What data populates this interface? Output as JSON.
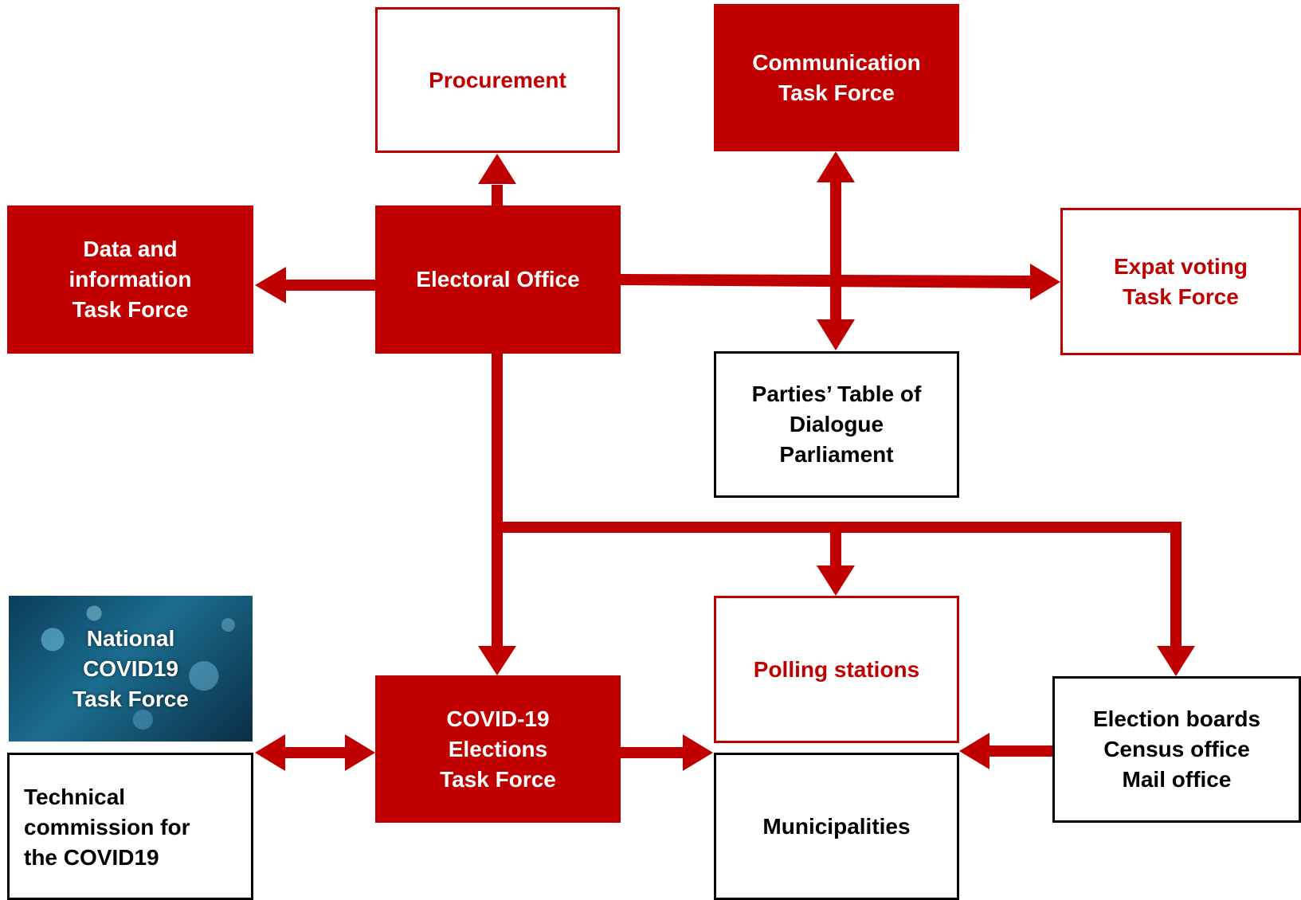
{
  "colors": {
    "accent_red": "#c00000",
    "outline_black": "#000000",
    "image_blue": "#1b6d8f"
  },
  "nodes": {
    "procurement": "Procurement",
    "communication": "Communication\nTask Force",
    "data_info": "Data and\ninformation\nTask Force",
    "electoral_office": "Electoral Office",
    "expat_voting": "Expat voting\nTask Force",
    "parties_table": "Parties’ Table of\nDialogue\nParliament",
    "national_covid": "National\nCOVID19\nTask Force",
    "polling_stations": "Polling stations",
    "covid_elections": "COVID-19\nElections\nTask Force",
    "election_boards": "Election boards\nCensus office\nMail office",
    "municipalities": "Municipalities",
    "technical_commission": "Technical\ncommission for\nthe COVID19"
  },
  "background_image_icon": "coronavirus-particles-image"
}
